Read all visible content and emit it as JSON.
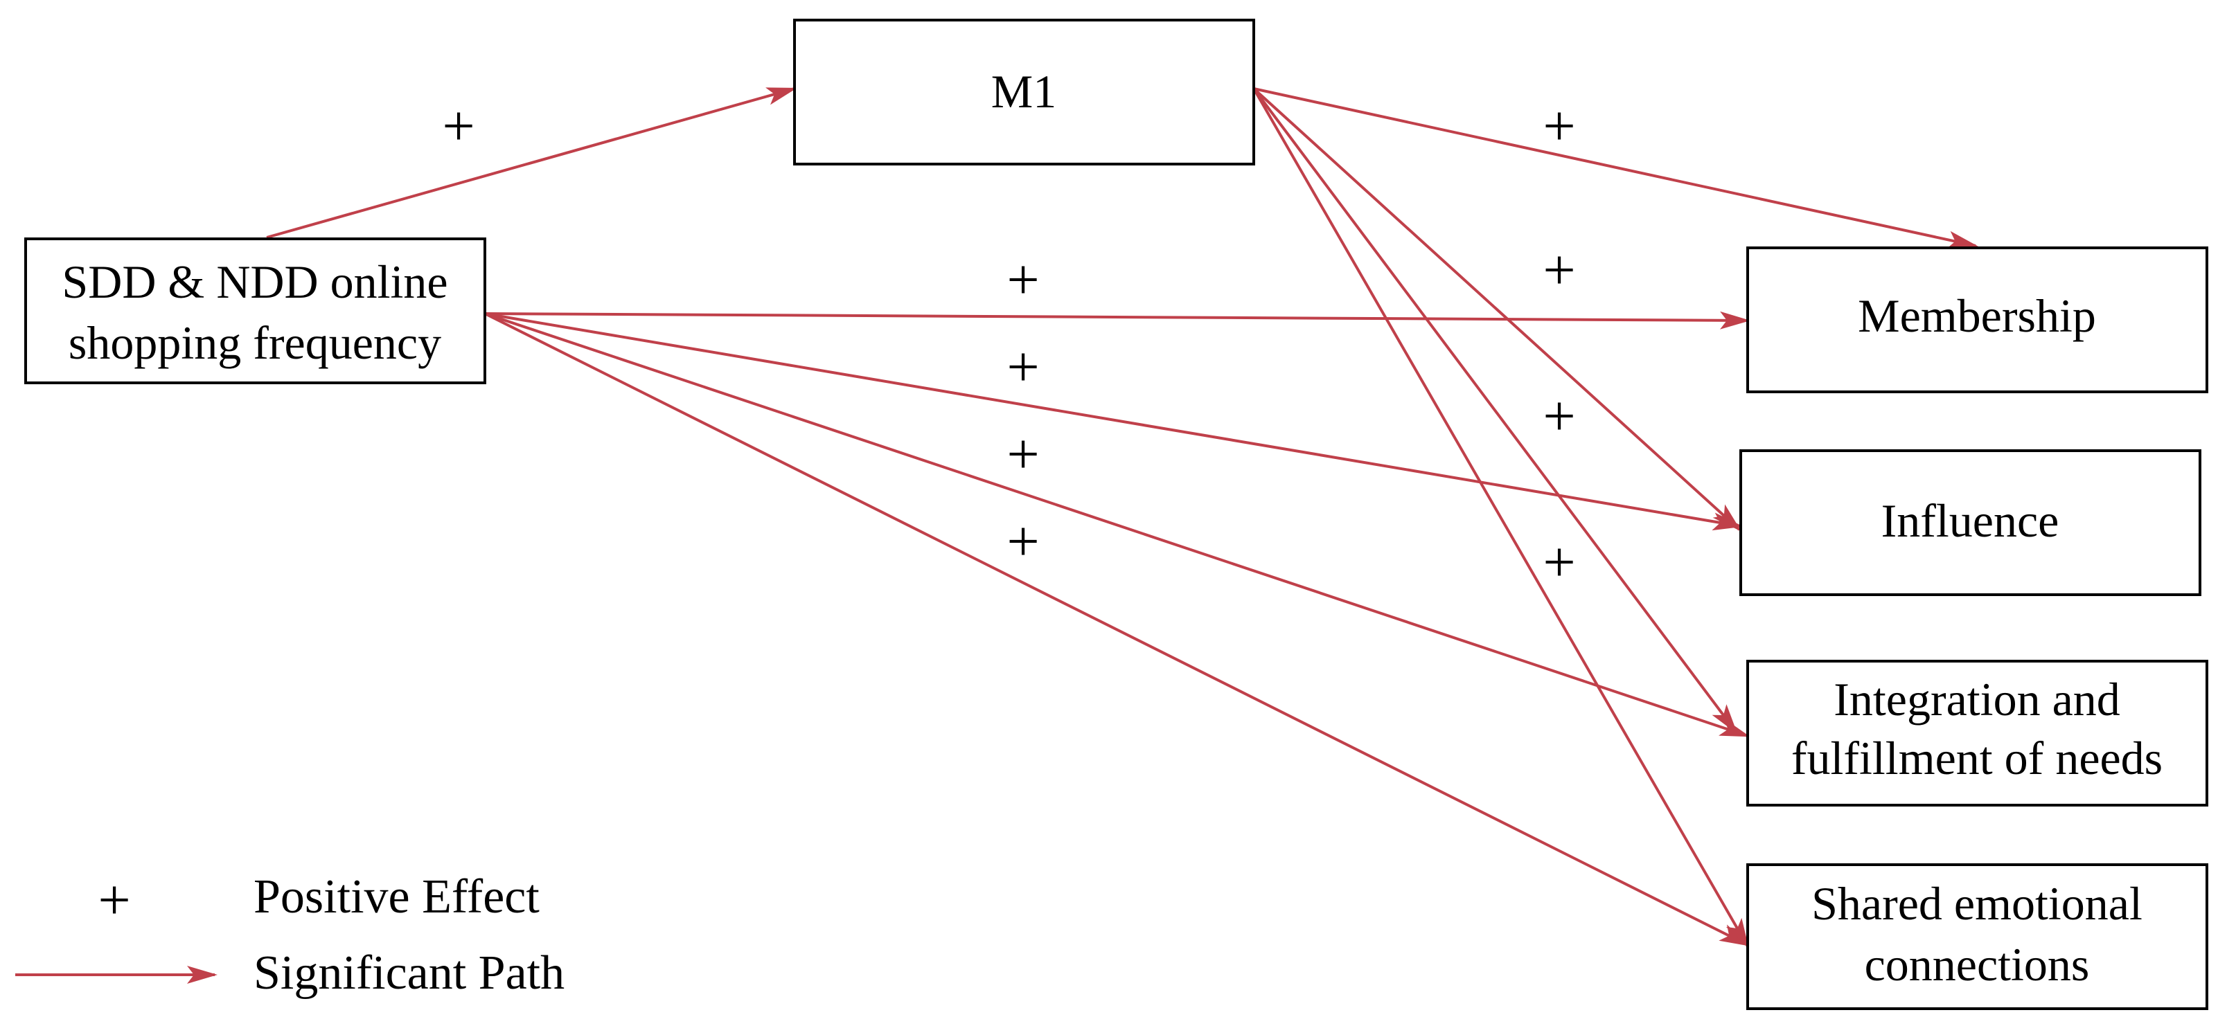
{
  "nodes": {
    "source": {
      "line1": "SDD & NDD online",
      "line2": "shopping frequency"
    },
    "mediator": {
      "label": "M1"
    },
    "membership": {
      "label": "Membership"
    },
    "influence": {
      "label": "Influence"
    },
    "integration": {
      "line1": "Integration and",
      "line2": "fulfillment of needs"
    },
    "shared": {
      "line1": "Shared emotional",
      "line2": "connections"
    }
  },
  "effect_symbol": "+",
  "legend": {
    "positive_symbol": "+",
    "positive_label": "Positive Effect",
    "path_label": "Significant Path"
  },
  "colors": {
    "path": "#c0404a",
    "box_stroke": "#000000",
    "text": "#000000"
  }
}
